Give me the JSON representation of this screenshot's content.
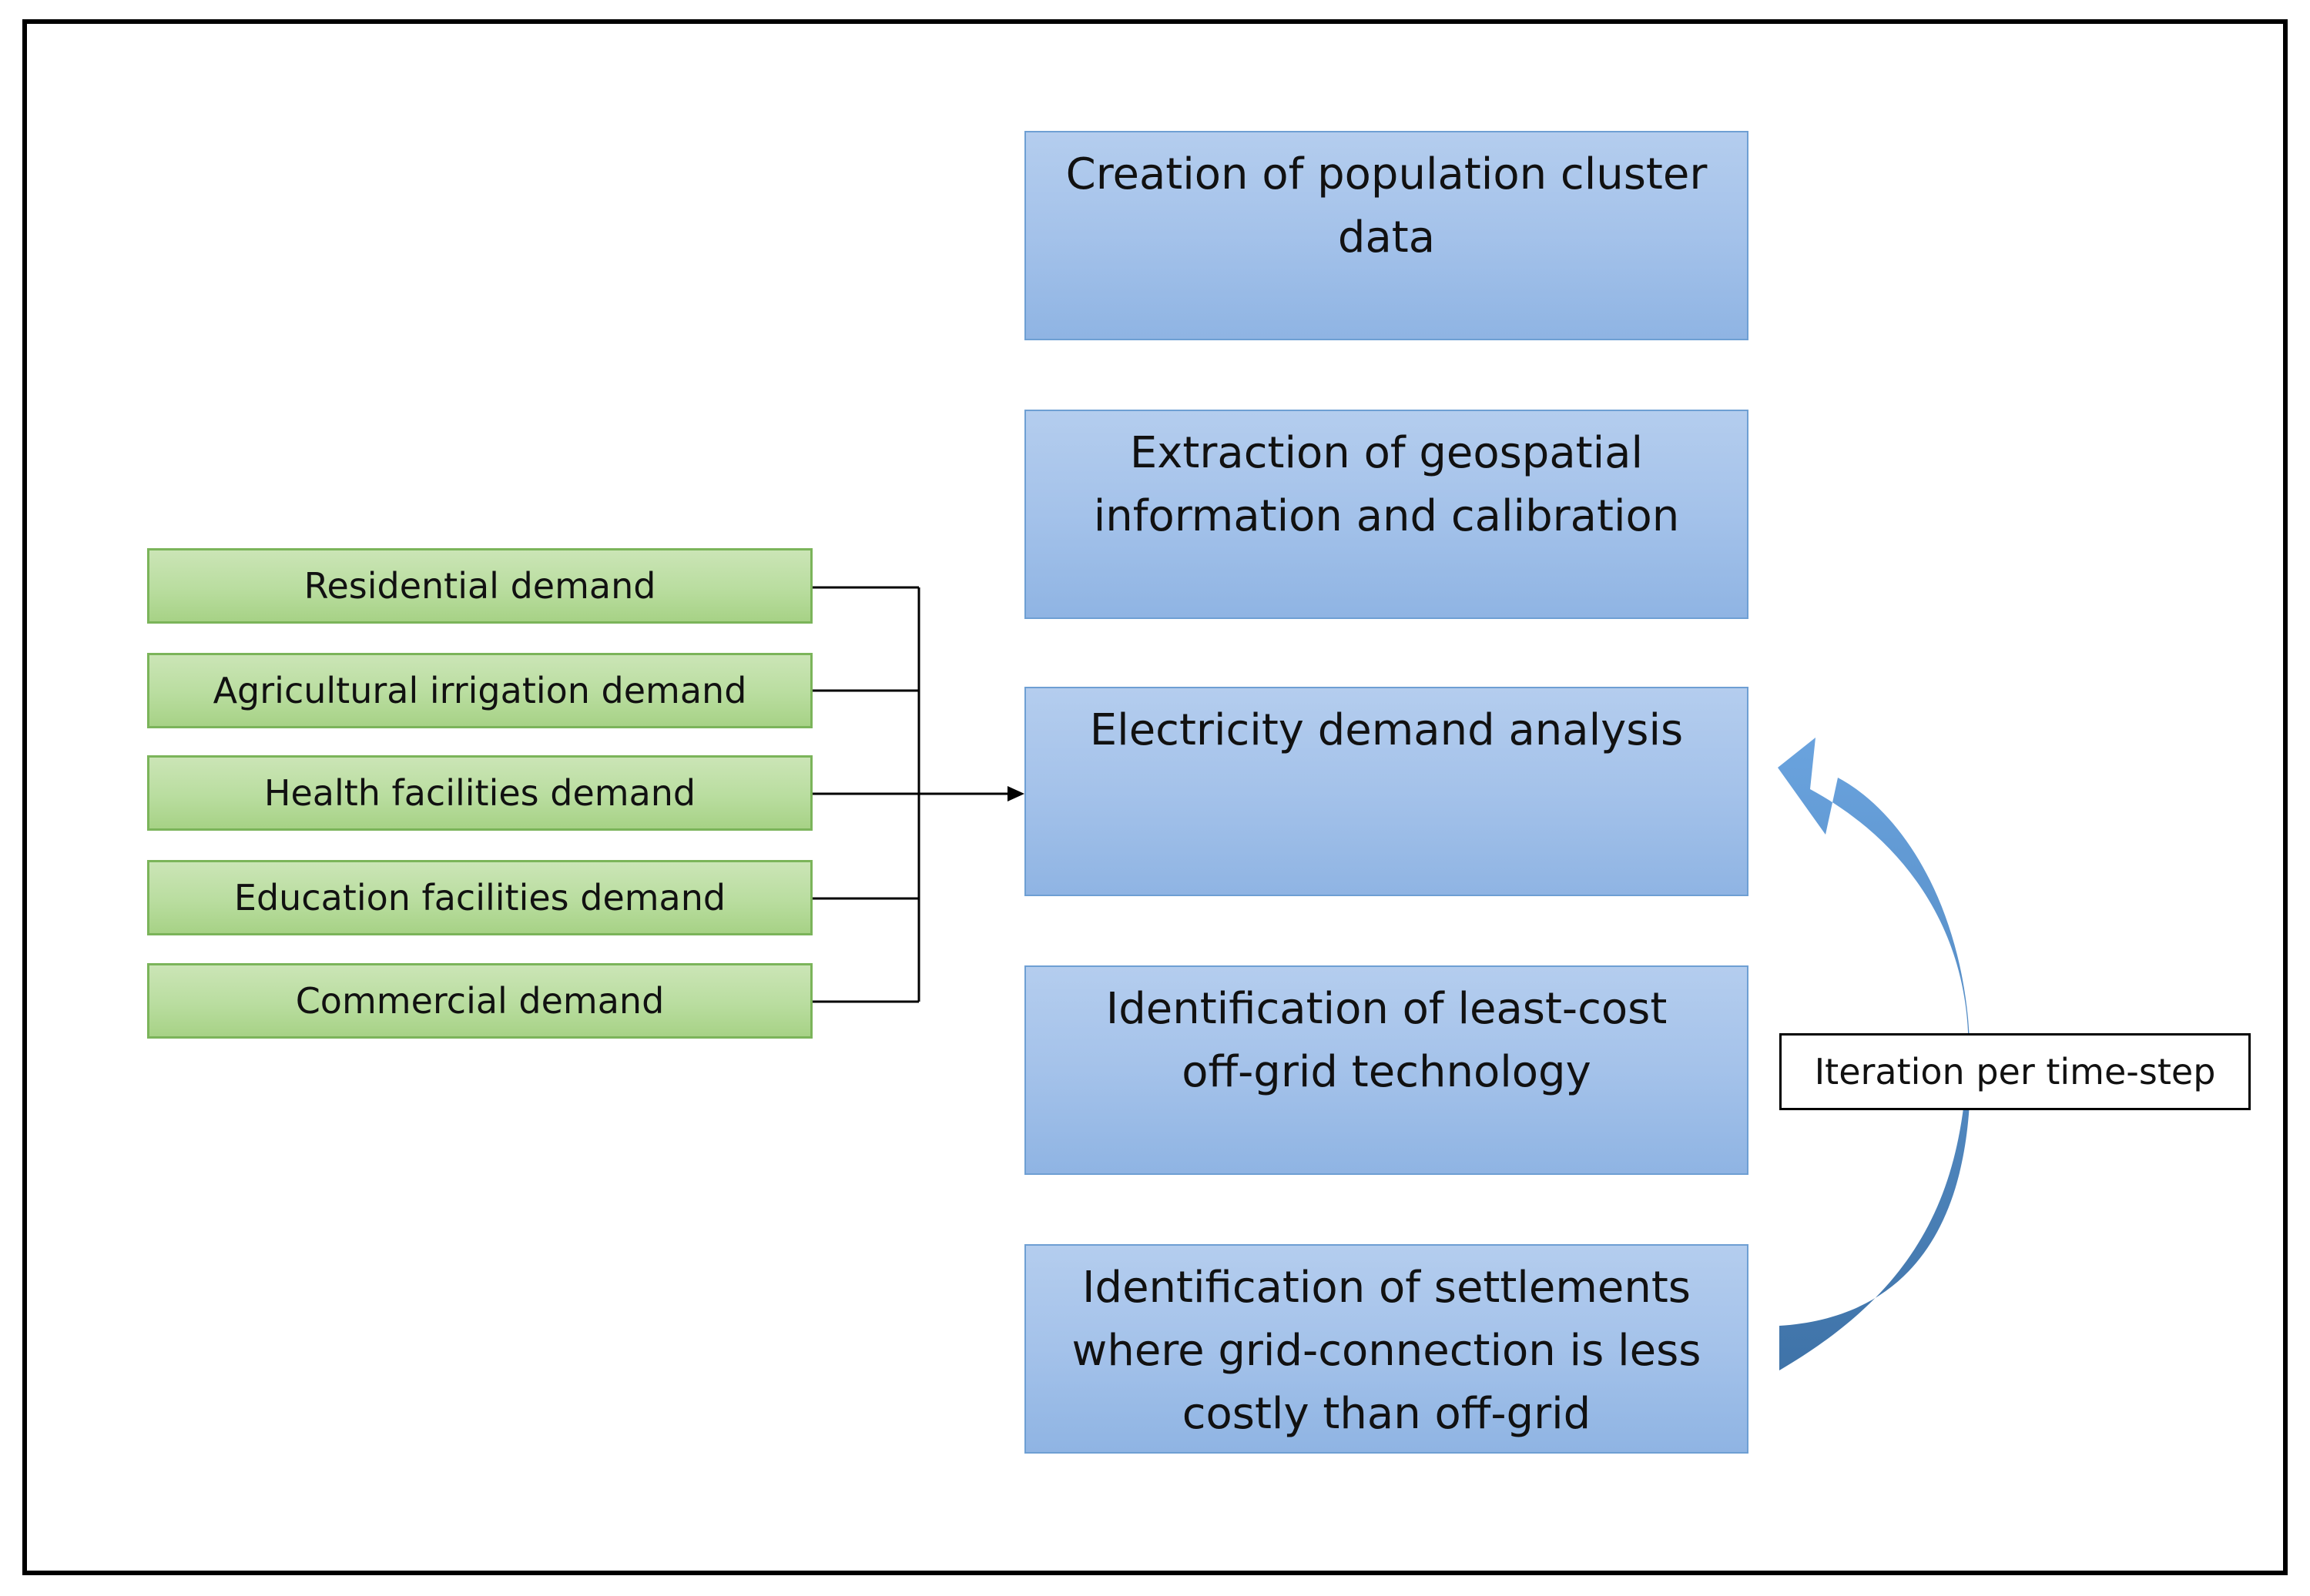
{
  "steps": [
    {
      "label": "Creation of population cluster\ndata"
    },
    {
      "label": "Extraction of geospatial\ninformation and calibration"
    },
    {
      "label": "Electricity demand analysis"
    },
    {
      "label": "Identification of least-cost\noff-grid technology"
    },
    {
      "label": "Identification of settlements\nwhere grid-connection is less\ncostly than off-grid"
    }
  ],
  "demands": [
    {
      "label": "Residential demand"
    },
    {
      "label": "Agricultural irrigation demand"
    },
    {
      "label": "Health facilities demand"
    },
    {
      "label": "Education facilities demand"
    },
    {
      "label": "Commercial demand"
    }
  ],
  "iteration": {
    "label": "Iteration per time-step"
  },
  "colors": {
    "step_fill": "#a4c2ea",
    "step_border": "#6e9fd3",
    "demand_fill": "#b9dd9f",
    "demand_border": "#7bb45a",
    "arrow": "#4f86c6"
  }
}
